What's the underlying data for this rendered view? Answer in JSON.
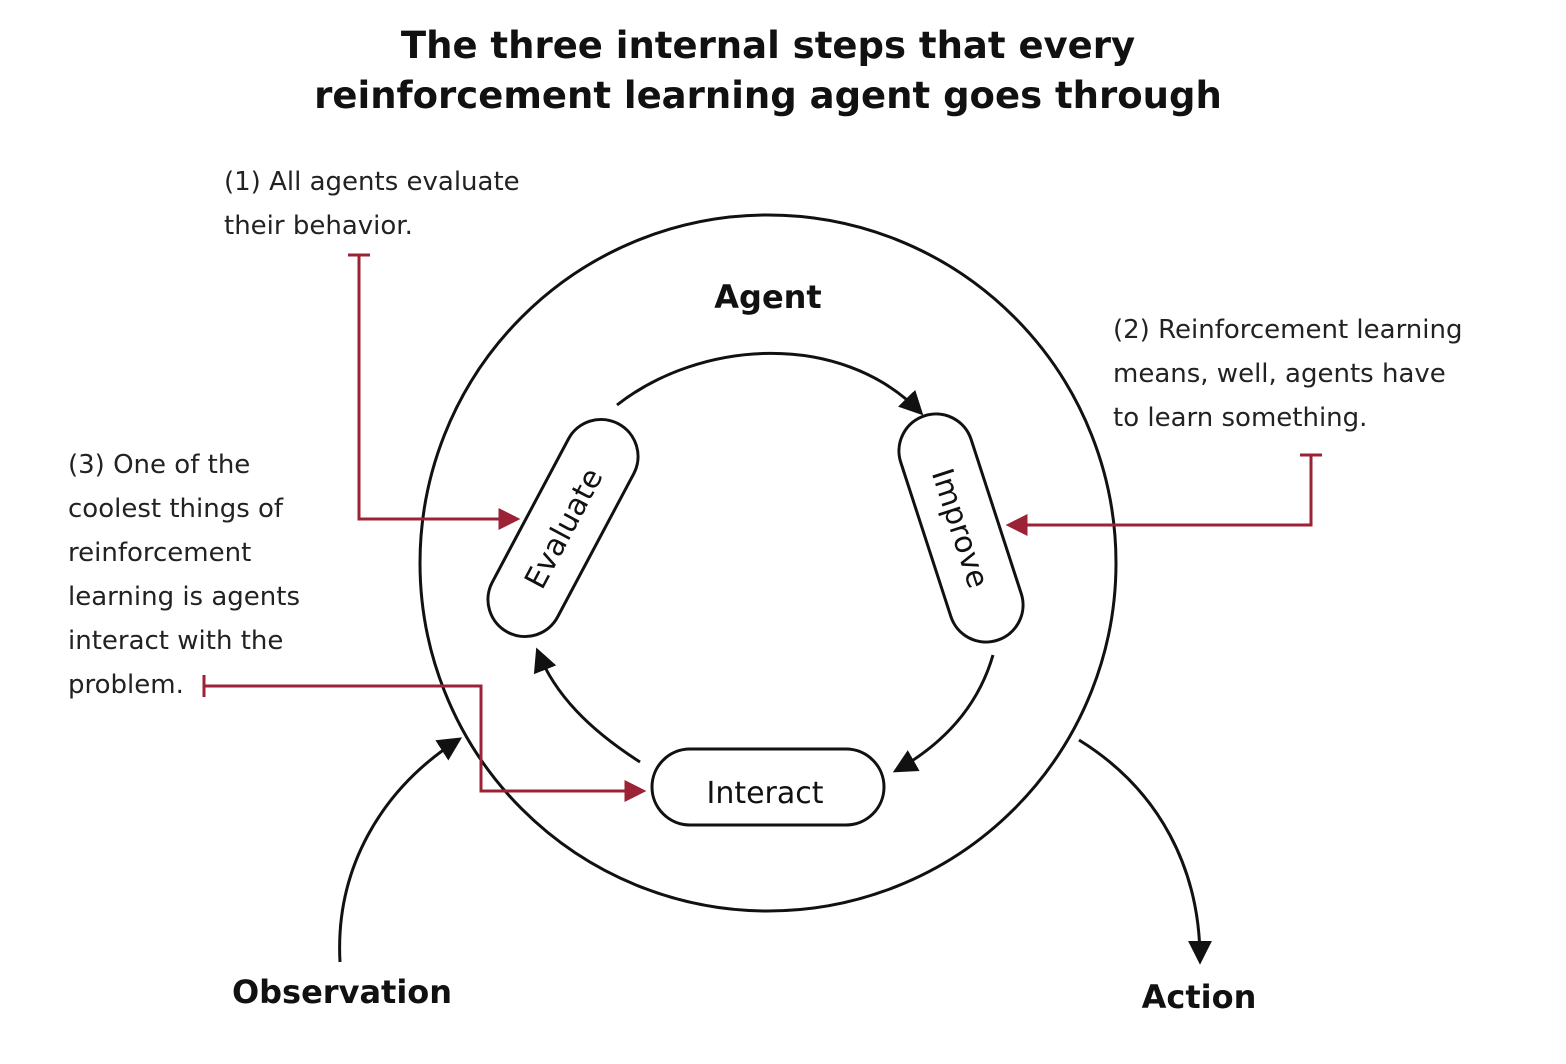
{
  "title": {
    "line1": "The three internal steps that every",
    "line2": "reinforcement learning agent goes through"
  },
  "agent_label": "Agent",
  "steps": {
    "evaluate": "Evaluate",
    "improve": "Improve",
    "interact": "Interact"
  },
  "io": {
    "observation": "Observation",
    "action": "Action"
  },
  "notes": {
    "note1": [
      "(1) All agents evaluate",
      "their behavior."
    ],
    "note2": [
      "(2) Reinforcement learning",
      "means, well, agents have",
      "to learn something."
    ],
    "note3": [
      "(3) One of the",
      "coolest things of",
      "reinforcement",
      "learning is agents",
      "interact with the",
      "problem."
    ]
  },
  "colors": {
    "callout": "#9b2335",
    "stroke": "#111111"
  }
}
